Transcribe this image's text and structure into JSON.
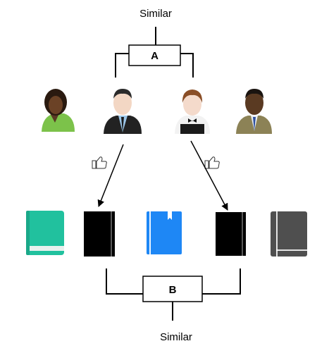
{
  "top_group": {
    "caption": "Similar",
    "box_label": "A"
  },
  "bottom_group": {
    "caption": "Similar",
    "box_label": "B"
  },
  "people": [
    {
      "icon": "woman-green-jacket-avatar-icon"
    },
    {
      "icon": "man-dark-suit-avatar-icon"
    },
    {
      "icon": "waiter-woman-avatar-icon"
    },
    {
      "icon": "man-olive-suit-avatar-icon"
    }
  ],
  "likes": [
    {
      "icon": "thumbs-up-icon"
    },
    {
      "icon": "thumbs-up-icon"
    }
  ],
  "books": [
    {
      "icon": "teal-book-icon",
      "color": "#21c19e"
    },
    {
      "icon": "black-book-icon",
      "color": "#000000"
    },
    {
      "icon": "blue-book-icon",
      "color": "#1e87f5"
    },
    {
      "icon": "black-book-icon",
      "color": "#000000"
    },
    {
      "icon": "gray-book-icon",
      "color": "#4f4f4f"
    }
  ]
}
